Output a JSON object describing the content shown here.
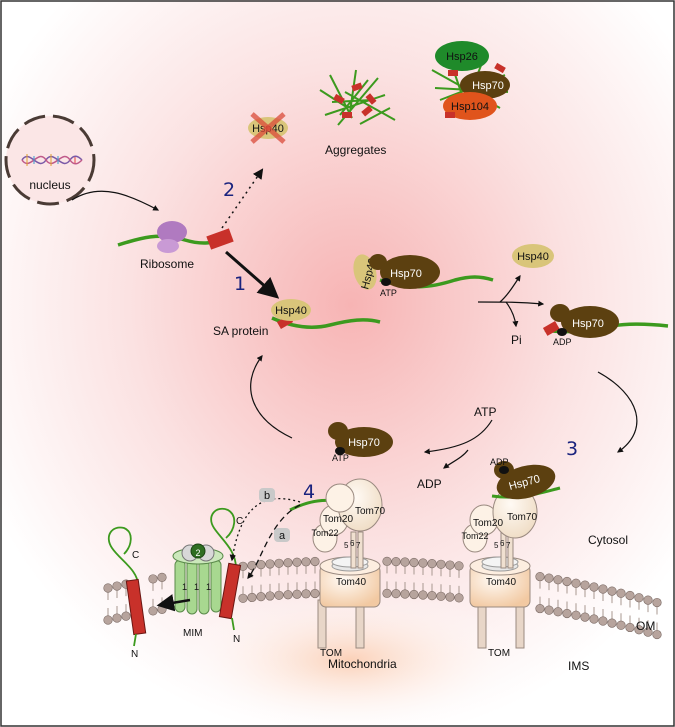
{
  "labels": {
    "nucleus": "nucleus",
    "ribosome": "Ribosome",
    "sa_protein": "SA protein",
    "aggregates": "Aggregates",
    "pi": "Pi",
    "cytosol": "Cytosol",
    "om": "OM",
    "ims": "IMS",
    "mitochondria": "Mitochondria",
    "mim": "MIM",
    "tom": "TOM",
    "n": "N",
    "c": "C",
    "atp": "ATP",
    "adp": "ADP",
    "a": "a",
    "b": "b",
    "mim_sub_1": "1",
    "mim_sub_2": "2",
    "tom_sub_5": "5",
    "tom_sub_6": "6",
    "tom_sub_7": "7"
  },
  "proteins": {
    "hsp40": "Hsp40",
    "hsp70": "Hsp70",
    "hsp26": "Hsp26",
    "hsp104": "Hsp104",
    "tom20": "Tom20",
    "tom22": "Tom22",
    "tom40": "Tom40",
    "tom70": "Tom70"
  },
  "steps": {
    "s1": "1",
    "s2": "2",
    "s3": "3",
    "s4": "4"
  },
  "colors": {
    "chain": "#3c9a1e",
    "signal": "#c8312a",
    "hsp70": "#5c4010",
    "hsp40": "#d9c57a",
    "hsp26": "#1f8a2a",
    "hsp104": "#e0541c",
    "ribosome": "#b07ac0",
    "tom": "#f7dcc0",
    "mim": "#a8d890",
    "lipid_head": "#b7a49d"
  }
}
